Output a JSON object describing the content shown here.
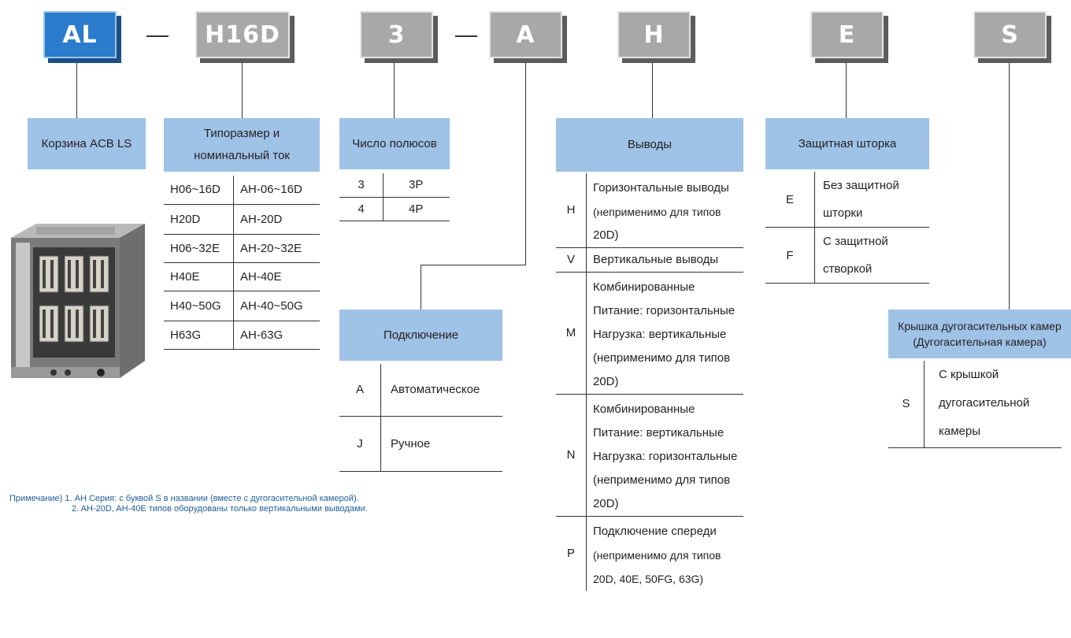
{
  "codes": [
    "AL",
    "H16D",
    "3",
    "A",
    "H",
    "E",
    "S"
  ],
  "basket": {
    "label": "Корзина ACB LS"
  },
  "size": {
    "header": [
      "Типоразмер и",
      "номинальный ток"
    ],
    "rows": [
      [
        "H06~16D",
        "AH-06~16D"
      ],
      [
        "H20D",
        "AH-20D"
      ],
      [
        "H06~32E",
        "AH-20~32E"
      ],
      [
        "H40E",
        "AH-40E"
      ],
      [
        "H40~50G",
        "AH-40~50G"
      ],
      [
        "H63G",
        "AH-63G"
      ]
    ]
  },
  "poles": {
    "header": "Число полюсов",
    "rows": [
      [
        "3",
        "3P"
      ],
      [
        "4",
        "4P"
      ]
    ]
  },
  "connection": {
    "header": "Подключение",
    "rows": [
      [
        "A",
        "Автоматическое"
      ],
      [
        "J",
        "Ручное"
      ]
    ]
  },
  "terminals": {
    "header": "Выводы",
    "rows": [
      {
        "code": "H",
        "lines": [
          "Горизонтальные выводы",
          "(неприменимо для типов",
          "20D)"
        ]
      },
      {
        "code": "V",
        "lines": [
          "Вертикальные выводы"
        ]
      },
      {
        "code": "M",
        "lines": [
          "Комбинированные",
          "Питание: горизонтальные",
          "Нагрузка: вертикальные",
          "(неприменимо для типов",
          "20D)"
        ]
      },
      {
        "code": "N",
        "lines": [
          "Комбинированные",
          "Питание: вертикальные",
          "Нагрузка: горизонтальные",
          "(неприменимо для типов",
          "20D)"
        ]
      },
      {
        "code": "P",
        "lines": [
          "Подключение спереди",
          "(неприменимо для типов",
          "20D, 40E, 50FG, 63G)"
        ]
      }
    ]
  },
  "shutter": {
    "header": "Защитная шторка",
    "rows": [
      {
        "code": "E",
        "lines": [
          "Без защитной",
          "шторки"
        ]
      },
      {
        "code": "F",
        "lines": [
          "С защитной",
          "створкой"
        ]
      }
    ]
  },
  "arc_cover": {
    "header": [
      "Крышка дугогасительных камер",
      "(Дугогасительная камера)"
    ],
    "rows": [
      {
        "code": "S",
        "lines": [
          "С крышкой",
          "дугогасительной",
          "камеры"
        ]
      }
    ]
  },
  "notes": [
    "Примечание) 1. AH Серия: с буквой S в названии (вместе с дугогасительной камерой).",
    "2. AH-20D, AH-40E типов оборудованы только вертикальными выводами."
  ],
  "colors": {
    "header_bg": "#9fc2e7",
    "code_blue": "#2b7bcc",
    "code_gray": "#a8a8a8",
    "note_text": "#1f5c99"
  }
}
